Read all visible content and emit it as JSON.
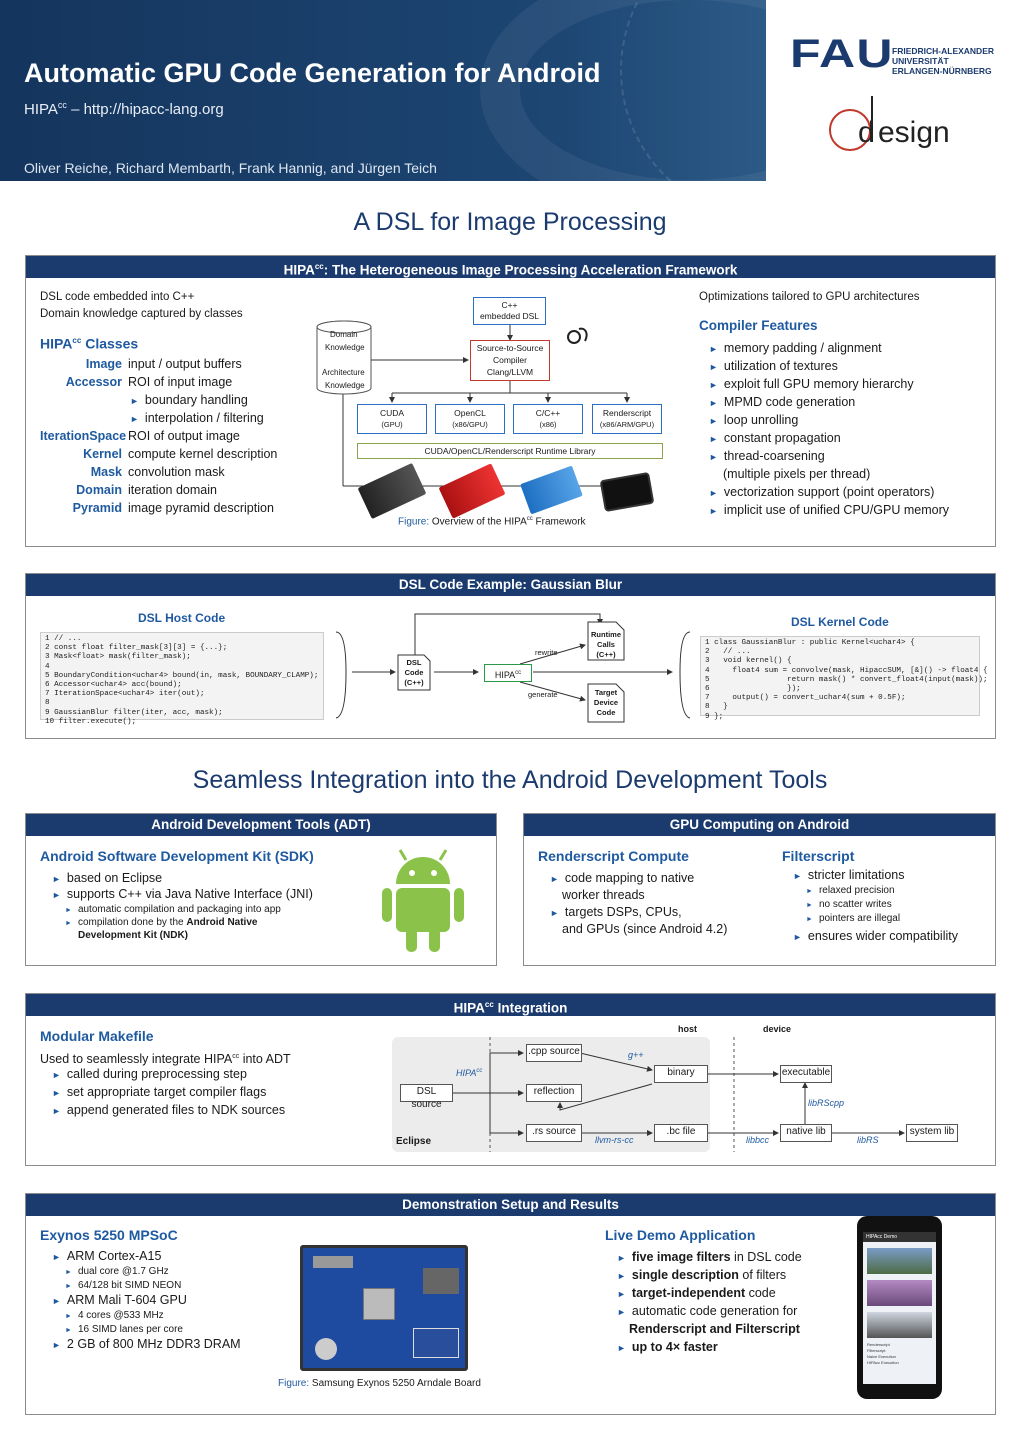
{
  "header": {
    "title": "Automatic GPU Code Generation for Android",
    "subtitle_prefix": "HIPA",
    "subtitle_sup": "cc",
    "subtitle_rest": " – http://hipacc-lang.org",
    "authors": "Oliver Reiche, Richard Membarth, Frank Hannig, and Jürgen Teich",
    "fau_logo": "FAU",
    "fau_line1": "FRIEDRICH-ALEXANDER",
    "fau_line2": "UNIVERSITÄT",
    "fau_line3": "ERLANGEN-NÜRNBERG",
    "design_logo": "design"
  },
  "sections": {
    "dsl": "A DSL for Image Processing",
    "android": "Seamless Integration into the Android Development Tools"
  },
  "framework": {
    "head_prefix": "HIPA",
    "head_sup": "cc",
    "head_rest": ": The Heterogeneous Image Processing Acceleration Framework",
    "intro1": "DSL code embedded into C++",
    "intro2": "Domain knowledge captured by classes",
    "classes_title": "HIPA",
    "classes_sup": "cc",
    "classes_rest": " Classes",
    "classes": [
      {
        "name": "Image",
        "desc": "input / output buffers"
      },
      {
        "name": "Accessor",
        "desc": "ROI of input image"
      },
      {
        "name": "",
        "desc": "boundary handling",
        "sub": true
      },
      {
        "name": "",
        "desc": "interpolation / filtering",
        "sub": true
      },
      {
        "name": "IterationSpace",
        "desc": "ROI of output image"
      },
      {
        "name": "Kernel",
        "desc": "compute kernel description"
      },
      {
        "name": "Mask",
        "desc": "convolution mask"
      },
      {
        "name": "Domain",
        "desc": "iteration domain"
      },
      {
        "name": "Pyramid",
        "desc": "image pyramid description"
      }
    ],
    "diagram": {
      "cpp": "C++",
      "embedded": "embedded DSL",
      "domain": "Domain",
      "knowledge": "Knowledge",
      "architecture": "Architecture",
      "knowledge2": "Knowledge",
      "s2s": "Source-to-Source",
      "compiler": "Compiler",
      "clang": "Clang/LLVM",
      "targets": [
        {
          "name": "CUDA",
          "sub": "(GPU)"
        },
        {
          "name": "OpenCL",
          "sub": "(x86/GPU)"
        },
        {
          "name": "C/C++",
          "sub": "(x86)"
        },
        {
          "name": "Renderscript",
          "sub": "(x86/ARM/GPU)"
        }
      ],
      "runtime": "CUDA/OpenCL/Renderscript Runtime Library"
    },
    "caption_label": "Figure:",
    "caption": " Overview of the HIPA",
    "caption_sup": "cc",
    "caption_rest": " Framework",
    "opt_title": "Optimizations tailored to GPU architectures",
    "features_title": "Compiler Features",
    "features": [
      "memory padding / alignment",
      "utilization of textures",
      "exploit full GPU memory hierarchy",
      "MPMD code generation",
      "loop unrolling",
      "constant propagation",
      "thread-coarsening",
      "(multiple pixels per thread)",
      "vectorization support (point operators)",
      "implicit use of unified CPU/GPU memory"
    ]
  },
  "example": {
    "head": "DSL Code Example: Gaussian Blur",
    "host_title": "DSL Host Code",
    "kernel_title": "DSL Kernel Code",
    "host_code": [
      "1 // ...",
      "2 const float filter_mask[3][3] = {...};",
      "3 Mask<float> mask(filter_mask);",
      "4",
      "5 BoundaryCondition<uchar4> bound(in, mask, BOUNDARY_CLAMP);",
      "6 Accessor<uchar4> acc(bound);",
      "7 IterationSpace<uchar4> iter(out);",
      "8",
      "9 GaussianBlur filter(iter, acc, mask);",
      "10 filter.execute();"
    ],
    "kernel_code": [
      "1 class GaussianBlur : public Kernel<uchar4> {",
      "2   // ...",
      "3   void kernel() {",
      "4     float4 sum = convolve(mask, HipaccSUM, [&]() -> float4 {",
      "5                 return mask() * convert_float4(input(mask));",
      "6                 });",
      "7     output() = convert_uchar4(sum + 0.5F);",
      "8   }",
      "9 };"
    ],
    "flow": {
      "dsl": "DSL",
      "code": "Code",
      "cpp": "(C++)",
      "hipacc": "HIPA",
      "hipacc_sup": "cc",
      "rewrite": "rewrite",
      "generate": "generate",
      "runtime": "Runtime",
      "calls": "Calls",
      "calls_cpp": "(C++)",
      "target": "Target",
      "device": "Device",
      "tcode": "Code"
    }
  },
  "adt": {
    "head": "Android Development Tools (ADT)",
    "sdk_title": "Android Software Development Kit (SDK)",
    "items": [
      "based on Eclipse",
      "supports C++ via Java Native Interface (JNI)"
    ],
    "sub_items": [
      "automatic compilation and packaging into app",
      "compilation done by the "
    ],
    "ndk_bold": "Android Native",
    "ndk_bold2": "Development Kit (NDK)"
  },
  "gpu": {
    "head": "GPU Computing on Android",
    "rs_title": "Renderscript Compute",
    "rs_items": [
      "code mapping to native",
      "worker threads",
      "targets DSPs, CPUs,",
      "and GPUs (since Android 4.2)"
    ],
    "fs_title": "Filterscript",
    "fs_items": [
      "stricter limitations",
      "ensures wider compatibility"
    ],
    "fs_sub": [
      "relaxed precision",
      "no scatter writes",
      "pointers are illegal"
    ]
  },
  "integration": {
    "head_prefix": "HIPA",
    "head_sup": "cc",
    "head_rest": " Integration",
    "title": "Modular Makefile",
    "intro": "Used to seamlessly integrate HIPA",
    "intro_sup": "cc",
    "intro_rest": " into ADT",
    "items": [
      "called during preprocessing step",
      "set appropriate target compiler flags",
      "append generated files to NDK sources"
    ],
    "flow": {
      "host": "host",
      "device": "device",
      "dsl_source": "DSL source",
      "cpp_source": ".cpp source",
      "reflection": "reflection",
      "rs_source": ".rs source",
      "binary": "binary",
      "bc_file": ".bc file",
      "executable": "executable",
      "native_lib": "native lib",
      "system_lib": "system lib",
      "eclipse": "Eclipse",
      "hipacc": "HIPA",
      "hipacc_sup": "cc",
      "gpp": "g++",
      "llvm": "llvm-rs-cc",
      "librscpp": "libRScpp",
      "libbcc": "libbcc",
      "librs": "libRS"
    }
  },
  "demo": {
    "head": "Demonstration Setup and Results",
    "exynos_title": "Exynos 5250 MPSoC",
    "exynos": [
      {
        "text": "ARM Cortex-A15",
        "sub": false
      },
      {
        "text": "dual core @1.7 GHz",
        "sub": true
      },
      {
        "text": "64/128 bit SIMD NEON",
        "sub": true
      },
      {
        "text": "ARM Mali T-604 GPU",
        "sub": false
      },
      {
        "text": "4 cores @533 MHz",
        "sub": true
      },
      {
        "text": "16 SIMD lanes per core",
        "sub": true
      },
      {
        "text": "2 GB of 800 MHz DDR3 DRAM",
        "sub": false
      }
    ],
    "caption_label": "Figure:",
    "caption": " Samsung Exynos 5250 Arndale Board",
    "live_title": "Live Demo Application",
    "live": [
      {
        "b": "five image filters",
        "r": " in DSL code"
      },
      {
        "b": "single description",
        "r": " of filters"
      },
      {
        "b": "target-independent",
        "r": " code"
      },
      {
        "b": "",
        "r": "automatic code generation for"
      },
      {
        "b": "Renderscript and Filterscript",
        "r": ""
      },
      {
        "b": "up to 4× faster",
        "r": ""
      }
    ],
    "phone_header": "HIPAcc Demo",
    "phone_labels": [
      "Renderscript",
      "Filterscript",
      "Naive Execution",
      "HIPAcc Execution"
    ]
  }
}
